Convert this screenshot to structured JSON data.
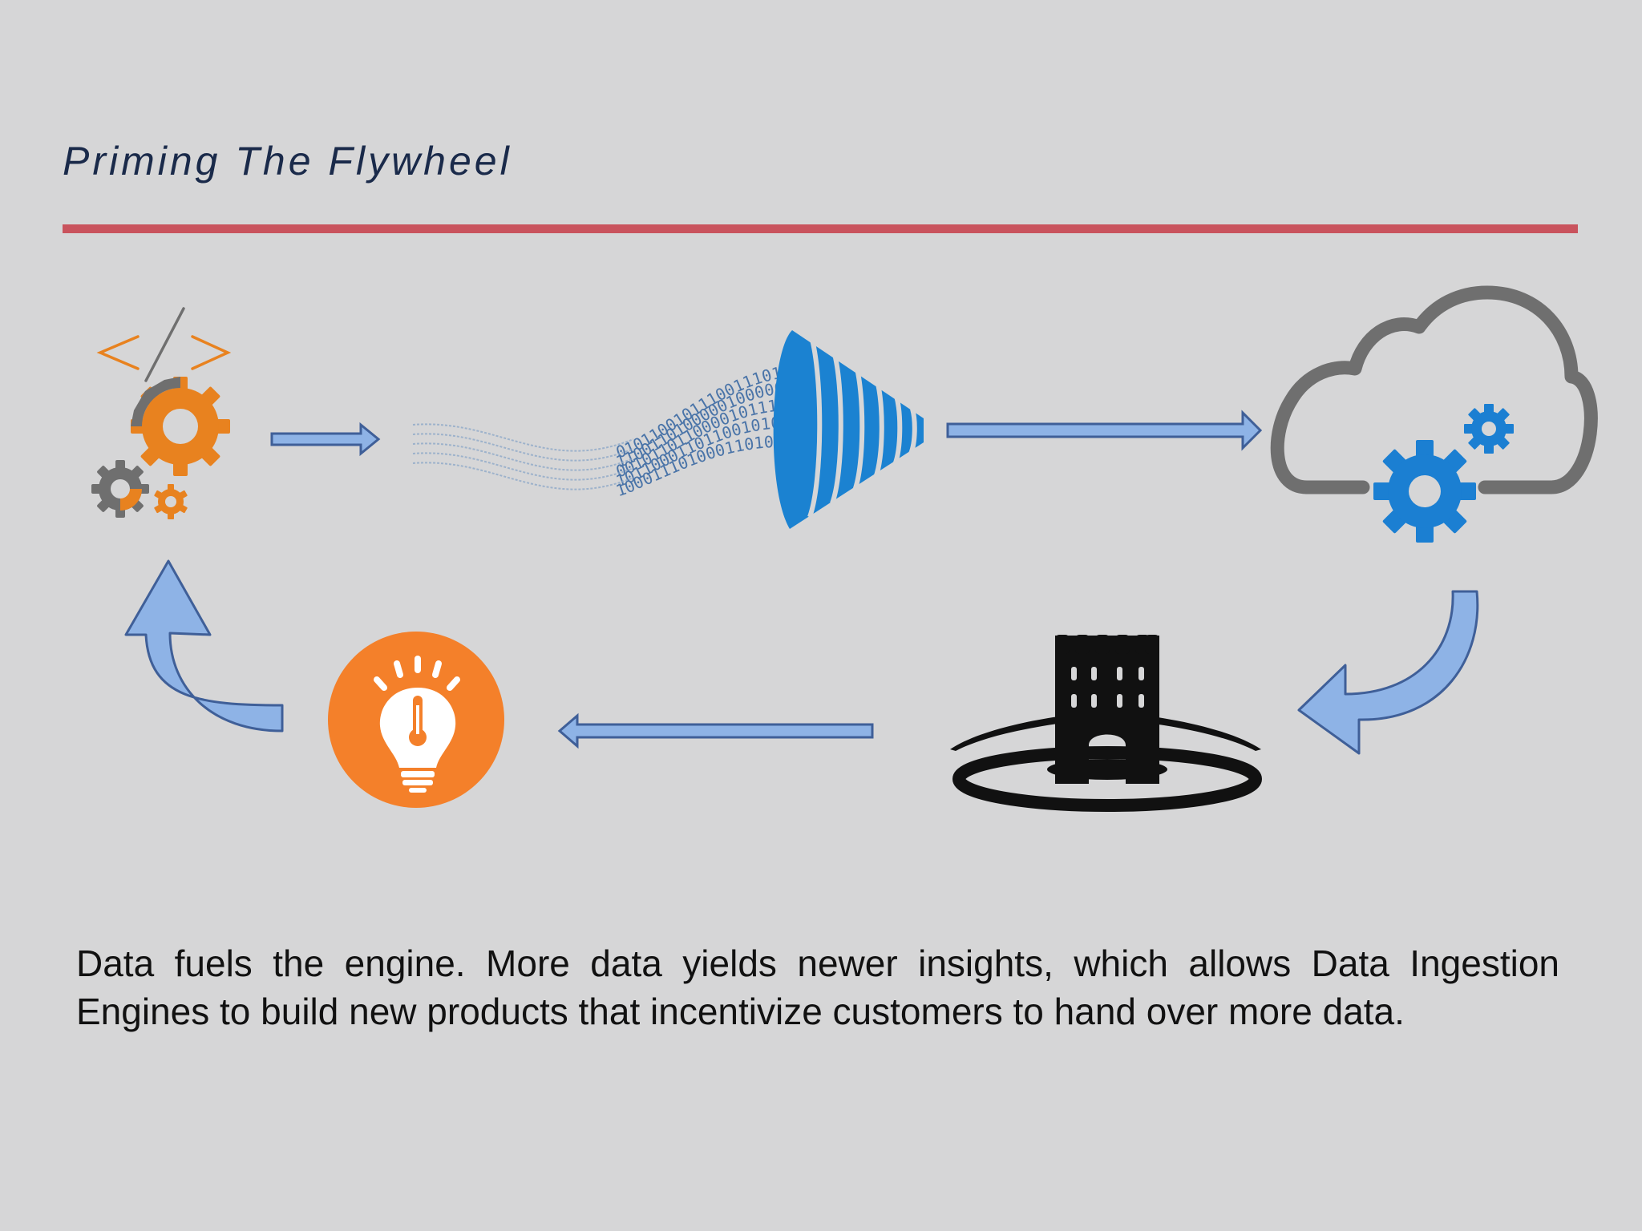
{
  "slide": {
    "title": "Priming The Flywheel",
    "caption": "Data fuels the engine. More data yields newer insights, which allows Data Ingestion Engines to build new products that incentivize customers to hand over more data."
  },
  "diagram": {
    "binary_stream": [
      "0101100101110011101110",
      "1100110100000100000001",
      "0010110110000101111010",
      "1011000110110010101111",
      "1000111010001101000"
    ]
  },
  "colors": {
    "title": "#1a2a4a",
    "rule": "#c9535d",
    "arrow_outline": "#3f5f98",
    "arrow_fill_light": "#8eb3e6",
    "gear_orange": "#e8821f",
    "gear_gray": "#6f6f6f",
    "funnel_blue": "#1b82d1",
    "cloud_gray": "#6f6f6f",
    "cloud_gear_blue": "#1b7fd2",
    "bulb_circle": "#f4802a",
    "tower_black": "#111111"
  },
  "icons": [
    "code-brackets-icon",
    "gears-icon",
    "binary-stream-icon",
    "funnel-icon",
    "cloud-gear-icon",
    "castle-tower-icon",
    "lightbulb-thermometer-icon"
  ]
}
